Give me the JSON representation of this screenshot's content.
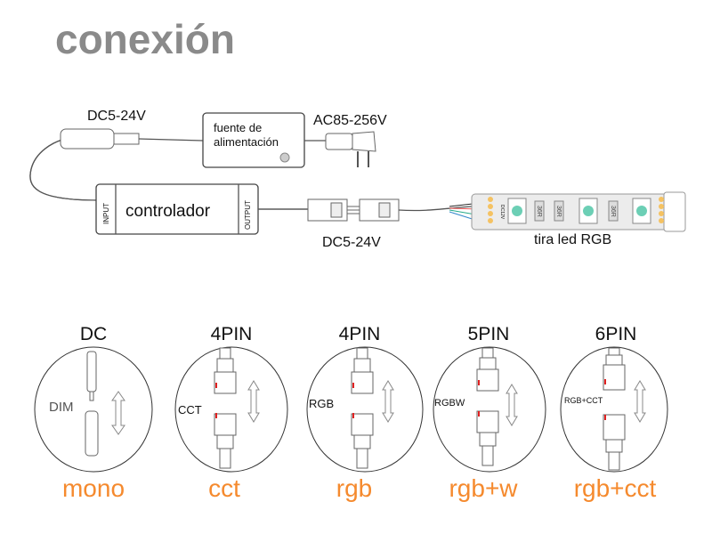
{
  "title": "conexión",
  "diagram": {
    "dc_input_label": "DC5-24V",
    "power_supply_label_line1": "fuente de",
    "power_supply_label_line2": "alimentación",
    "ac_label": "AC85-256V",
    "controller_label": "controlador",
    "controller_input": "INPUT",
    "controller_output": "OUTPUT",
    "output_voltage_label": "DC5-24V",
    "strip_label": "tira led RGB",
    "strip_pad_label": "DC12V",
    "strip_resistor_label": "36R"
  },
  "connector_types": [
    {
      "title": "DC",
      "inner_label": "DIM",
      "type_label": "mono"
    },
    {
      "title": "4PIN",
      "inner_label": "CCT",
      "type_label": "cct"
    },
    {
      "title": "4PIN",
      "inner_label": "RGB",
      "type_label": "rgb"
    },
    {
      "title": "5PIN",
      "inner_label": "RGBW",
      "type_label": "rgb+w"
    },
    {
      "title": "6PIN",
      "inner_label": "RGB+CCT",
      "type_label": "rgb+cct"
    }
  ],
  "colors": {
    "title": "#8a8a8a",
    "type_label": "#f58a2e",
    "pin_marker": "#e02020"
  }
}
